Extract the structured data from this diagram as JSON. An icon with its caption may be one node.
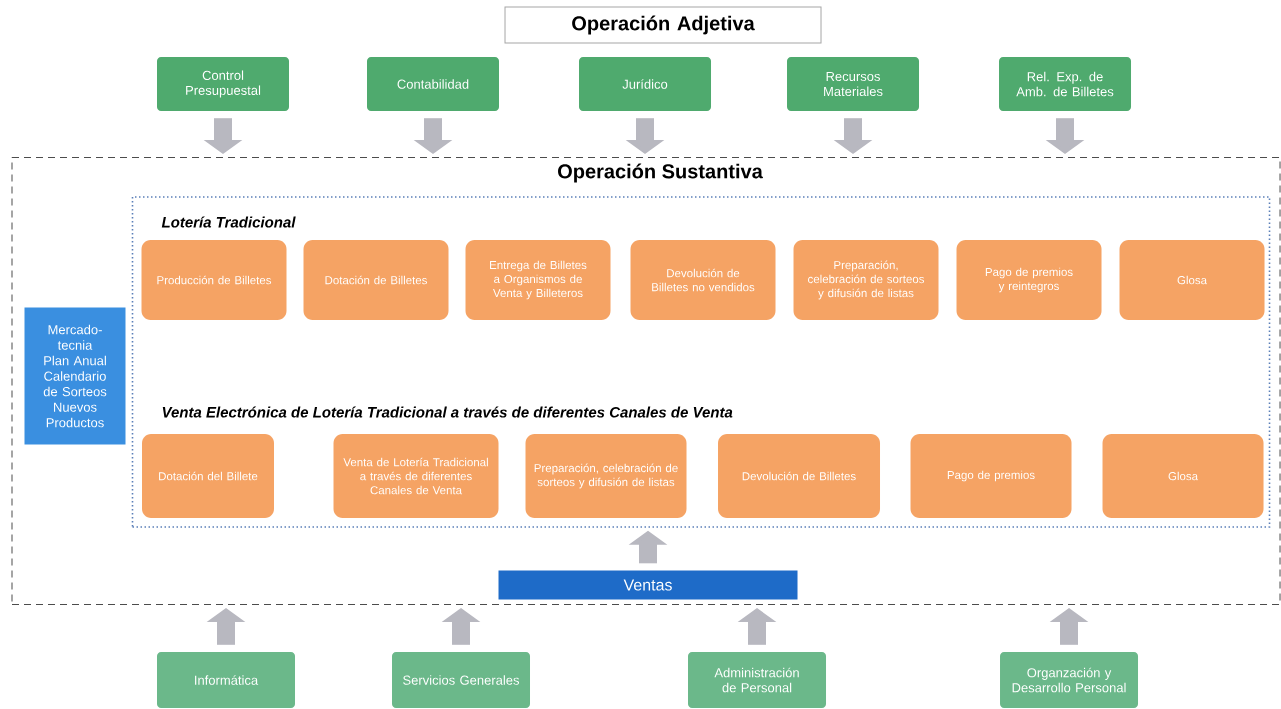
{
  "diagram": {
    "nodes": [
      {
        "text": [
          "Operación Adjetiva"
        ]
      },
      {
        "text": [
          "Control Presupuestal"
        ]
      },
      {
        "text": [
          "Contabilidad"
        ]
      },
      {
        "text": [
          "Jurídico"
        ]
      },
      {
        "text": [
          "Recursos Materiales"
        ]
      },
      {
        "text": [
          "Rel. Exp. de Amb. de Billetes"
        ]
      },
      {
        "text": [
          "Operación Sustantiva"
        ]
      },
      {
        "text": [
          "Lotería Tradicional",
          "Venta Electrónica de Lotería Tradicional a través de diferentes Canales de Venta"
        ],
        "in": 6
      },
      {
        "text": [
          "Producción de Billetes"
        ],
        "in": 7
      },
      {
        "text": [
          "Dotación de Billetes"
        ],
        "in": 7
      },
      {
        "text": [
          "Entrega de Billetes a Organismos de Venta y Billeteros"
        ],
        "in": 7
      },
      {
        "text": [
          "Devolución de Billetes no vendidos"
        ],
        "in": 7
      },
      {
        "text": [
          "Preparación, celebración de sorteos y difusión de listas"
        ],
        "in": 7
      },
      {
        "text": [
          "Pago de premios y reintegros"
        ],
        "in": 7
      },
      {
        "text": [
          "Glosa"
        ],
        "in": 7
      },
      {
        "text": [
          "Mercado-tecnia Plan Anual Calendario de Sorteos Nuevos Productos"
        ],
        "in": 6
      },
      {
        "text": [
          "Dotación del Billete"
        ],
        "in": 7
      },
      {
        "text": [
          "Venta de Lotería Tradicional a través de diferentes Canales de Venta"
        ],
        "in": 7
      },
      {
        "text": [
          "Preparación, celebración de sorteos y difusión de listas"
        ],
        "in": 7
      },
      {
        "text": [
          "Devolución de Billetes"
        ],
        "in": 7
      },
      {
        "text": [
          "Pago de premios"
        ],
        "in": 7
      },
      {
        "text": [
          "Glosa"
        ],
        "in": 7
      },
      {
        "text": [
          "Ventas"
        ],
        "in": 6
      },
      {
        "text": [
          "Informática"
        ]
      },
      {
        "text": [
          "Servicios Generales"
        ]
      },
      {
        "text": [
          "Administración de Personal"
        ]
      },
      {
        "text": [
          "Organzación y Desarrollo Personal"
        ]
      }
    ],
    "edges": [
      {
        "from": 1,
        "to": 6,
        "arrow": "to"
      },
      {
        "from": 2,
        "to": 6,
        "arrow": "to"
      },
      {
        "from": 3,
        "to": 6,
        "arrow": "to"
      },
      {
        "from": 4,
        "to": 6,
        "arrow": "to"
      },
      {
        "from": 5,
        "to": 6,
        "arrow": "to"
      },
      {
        "from": 22,
        "to": 7,
        "arrow": "to"
      },
      {
        "from": 23,
        "to": 6,
        "arrow": "to"
      },
      {
        "from": 24,
        "to": 6,
        "arrow": "to"
      },
      {
        "from": 25,
        "to": 6,
        "arrow": "to"
      },
      {
        "from": 26,
        "to": 6,
        "arrow": "to"
      }
    ]
  }
}
